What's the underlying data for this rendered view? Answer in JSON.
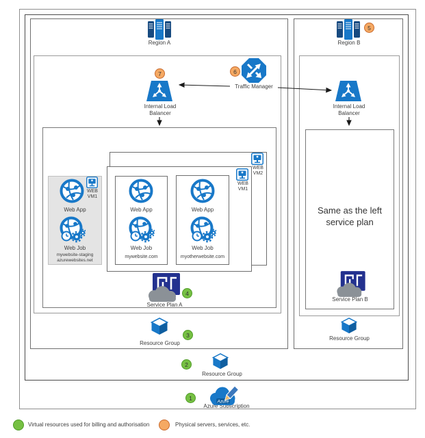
{
  "colors": {
    "azure_blue": "#1878c8",
    "dark_blue": "#174a80",
    "navy": "#23318f",
    "green": "#76c043",
    "orange": "#f5a963",
    "grey_cloud": "#8b9197"
  },
  "subscription": {
    "badge": "1",
    "label": "Azure Subscription",
    "icon_text": "Azure"
  },
  "resource_group_outer": {
    "badge": "2",
    "label": "Resource Group"
  },
  "region_a": {
    "label": "Region A",
    "traffic_manager": {
      "badge": "6",
      "label": "Traffic Manager"
    },
    "load_balancer": {
      "badge": "7",
      "line1": "Internal Load",
      "line2": "Balancer"
    },
    "resource_group": {
      "badge": "3",
      "label": "Resource Group"
    },
    "service_plan": {
      "badge": "4",
      "label": "Service Plan A",
      "staging_slot": {
        "web_app": "Web App",
        "web_job": "Web Job",
        "domain_line1": "mywebsite-staging",
        "domain_line2": "azurewebsites.net",
        "vm_line1": "WEB",
        "vm_line2": "VM1"
      },
      "vm1": {
        "line1": "WEB",
        "line2": "VM1"
      },
      "vm2": {
        "line1": "WEB",
        "line2": "VM2"
      },
      "sites": [
        {
          "web_app": "Web App",
          "web_job": "Web Job",
          "domain": "mywebsite.com"
        },
        {
          "web_app": "Web App",
          "web_job": "Web Job",
          "domain": "myotherwebsite.com"
        }
      ]
    }
  },
  "region_b": {
    "label": "Region B",
    "badge": "5",
    "load_balancer": {
      "line1": "Internal Load",
      "line2": "Balancer"
    },
    "service_plan": {
      "label": "Service Plan B",
      "note_line1": "Same as the left",
      "note_line2": "service plan"
    },
    "resource_group": {
      "label": "Resource Group"
    }
  },
  "legend": {
    "green_label": "Virtual resources used for billing and authorisation",
    "orange_label": "Physical servers, services, etc."
  }
}
